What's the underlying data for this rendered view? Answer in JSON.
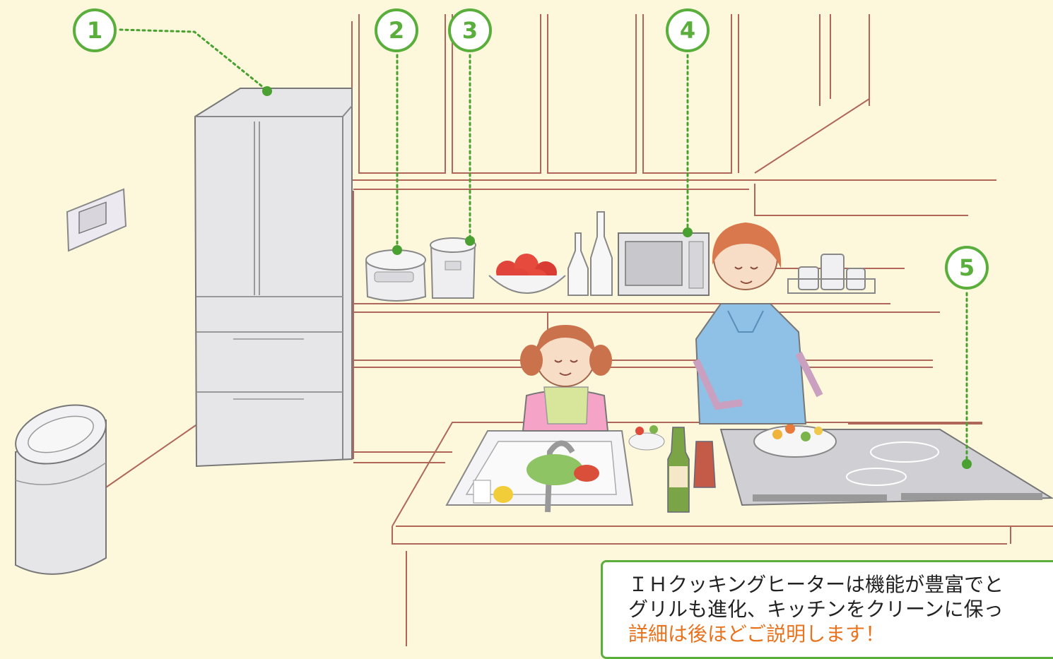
{
  "markers": [
    {
      "number": "1",
      "item": "refrigerator"
    },
    {
      "number": "2",
      "item": "rice-cooker"
    },
    {
      "number": "3",
      "item": "electric-kettle-pot"
    },
    {
      "number": "4",
      "item": "microwave"
    },
    {
      "number": "5",
      "item": "ih-cooktop"
    }
  ],
  "info_box": {
    "line1": "ＩＨクッキングヒーターは機能が豊富でと",
    "line2": "グリルも進化、キッチンをクリーンに保っ",
    "line3": "詳細は後ほどご説明します！"
  },
  "colors": {
    "background": "#fdf8dc",
    "accent_green": "#5aae3c",
    "line_brown": "#b0675a",
    "appliance_gray": "#e6e6e9",
    "highlight_orange": "#e8731e"
  }
}
